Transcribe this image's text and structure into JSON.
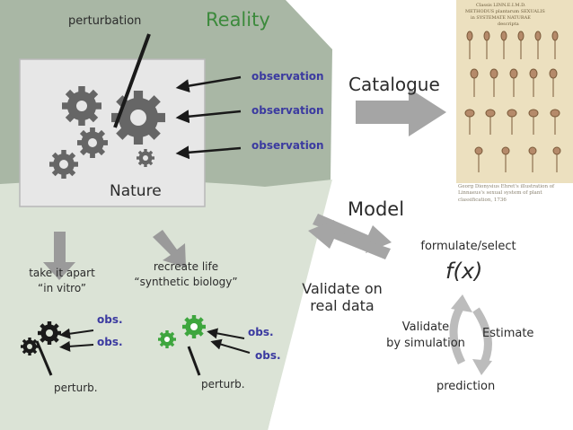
{
  "reality": {
    "title": "Reality",
    "perturbation": "perturbation",
    "nature": "Nature",
    "observations": [
      "observation",
      "observation",
      "observation"
    ]
  },
  "catalogue": {
    "label": "Catalogue",
    "plate": {
      "header1": "Classis LINN.E.I.M.D.",
      "header2": "METHODUS plantarum SEXUALIS",
      "header3": "in SYSTEMATE NATURAE",
      "header4": "descripta",
      "caption": "Georg Dionysius Ehret's illustration of Linnaeus's sexual system of plant classification, 1736"
    }
  },
  "in_vitro": {
    "label_line1": "take it apart",
    "label_line2": "“in vitro”",
    "obs1": "obs.",
    "obs2": "obs.",
    "perturb": "perturb."
  },
  "synthetic": {
    "label_line1": "recreate life",
    "label_line2": "“synthetic biology”",
    "obs1": "obs.",
    "obs2": "obs.",
    "perturb": "perturb."
  },
  "model": {
    "title": "Model",
    "formulate": "formulate/select",
    "function": "f(x)",
    "validate_data_line1": "Validate on",
    "validate_data_line2": "real data",
    "validate_sim_line1": "Validate",
    "validate_sim_line2": "by simulation",
    "estimate": "Estimate",
    "prediction": "prediction"
  },
  "colors": {
    "reality_bg": "#a9b7a5",
    "lower_bg": "#dbe3d6",
    "gear_dark": "#666666",
    "gear_black": "#1a1a1a",
    "gear_green": "#3ea63e",
    "arrow_gray": "#a5a5a5",
    "obs_blue": "#3b3aa0",
    "title_green": "#3c8a3c"
  }
}
